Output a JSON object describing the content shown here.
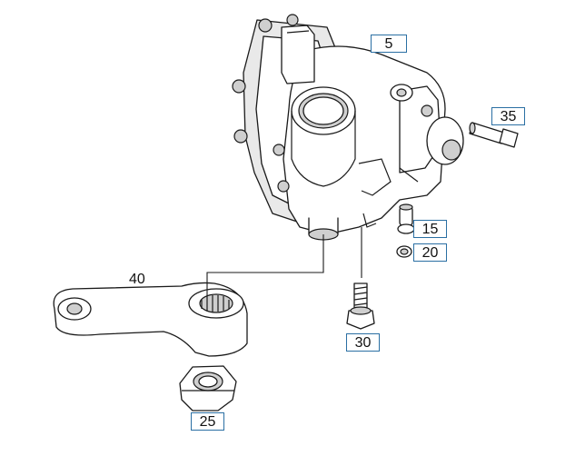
{
  "diagram": {
    "callouts": [
      {
        "id": "5",
        "label": "5"
      },
      {
        "id": "15",
        "label": "15"
      },
      {
        "id": "20",
        "label": "20"
      },
      {
        "id": "25",
        "label": "25"
      },
      {
        "id": "30",
        "label": "30"
      },
      {
        "id": "35",
        "label": "35"
      }
    ],
    "plain_labels": [
      {
        "id": "40",
        "label": "40"
      }
    ],
    "colors": {
      "callout_border": "#2a6fa3",
      "line": "#1a1a1a"
    }
  }
}
